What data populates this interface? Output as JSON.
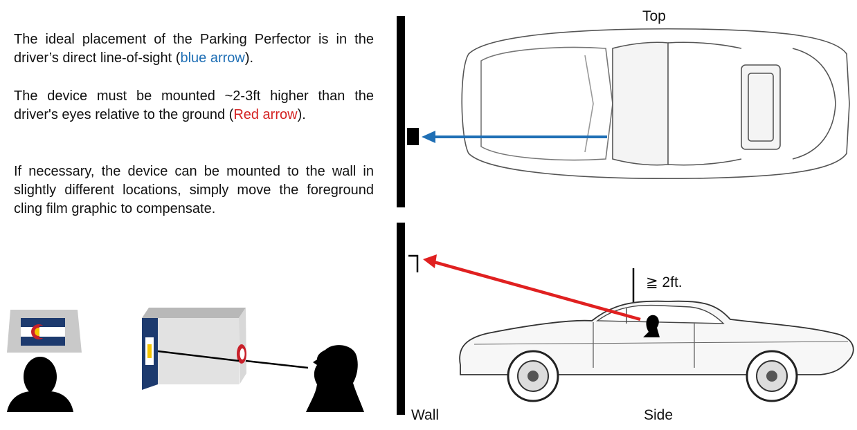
{
  "instructions": {
    "p1_pre": "The ideal placement of the Parking Perfector is in the driver’s direct line-of-sight (",
    "p1_highlight": "blue arrow",
    "p1_post": ").",
    "p2_pre": "The device must be mounted ~2-3ft higher  than the driver's eyes relative to the ground (",
    "p2_highlight": "Red arrow",
    "p2_post": ").",
    "p3": "If necessary, the device can be mounted to the wall in slightly different locations, simply move the foreground cling film graphic to compensate."
  },
  "labels": {
    "top": "Top",
    "side": "Side",
    "wall": "Wall",
    "height": "≧ 2ft."
  },
  "colors": {
    "blue_arrow": "#1f6fb5",
    "red_arrow": "#e02020",
    "flag_blue": "#1d3a6e",
    "flag_red": "#c8202a",
    "flag_yellow": "#f5c400"
  }
}
